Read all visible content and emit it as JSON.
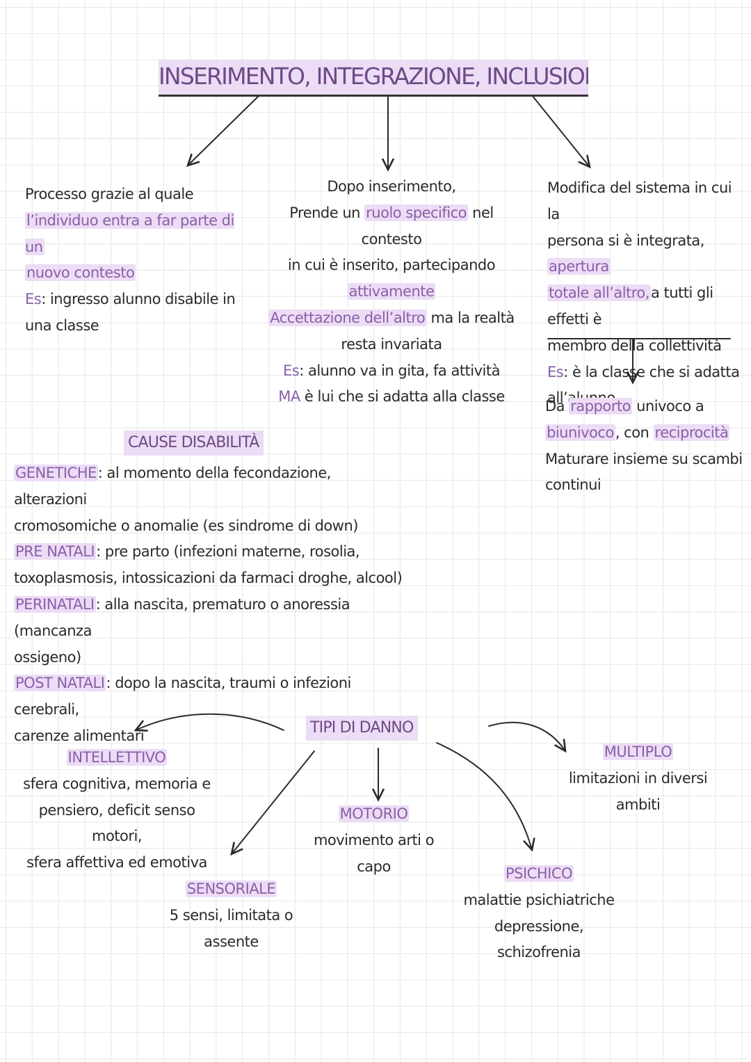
{
  "title": "INSERIMENTO, INTEGRAZIONE, INCLUSIONE",
  "accent_color": "#8a5fa8",
  "highlight_color": "#ecdcf5",
  "inserimento": {
    "l1a": "Processo grazie al quale",
    "l2a": "l’individuo entra a far parte di un",
    "l3a": "nuovo contesto",
    "l4a": "Es",
    "l4b": ": ingresso alunno disabile in",
    "l5a": "una classe"
  },
  "integrazione": {
    "l1a": "Dopo inserimento,",
    "l2a": "Prende un ",
    "l2b": "ruolo specifico",
    "l2c": " nel contesto",
    "l3a": "in cui è inserito, partecipando",
    "l4a": "attivamente",
    "l5a": "Accettazione dell’altro",
    "l5b": " ma la realtà",
    "l6a": "resta invariata",
    "l7a": "Es",
    "l7b": ": alunno va in gita, fa attività",
    "l8a": "MA",
    "l8b": " è lui che si adatta alla classe"
  },
  "inclusione": {
    "l1a": "Modifica del sistema in cui la",
    "l2a": "persona si è integrata, ",
    "l2b": "apertura",
    "l3a": "totale all’altro,",
    "l3b": "a tutti gli effetti è",
    "l4a": "membro della collettività",
    "l5a": "Es",
    "l5b": ": è la classe che si adatta",
    "l6a": "all’alunno",
    "r1a": "Da ",
    "r1b": "rapporto",
    "r1c": " univoco a",
    "r2a": "biunivoco",
    "r2b": ", con ",
    "r2c": "reciprocità",
    "r3a": "Maturare insieme su scambi",
    "r4a": "continui"
  },
  "cause": {
    "title": "CAUSE DISABILITÀ",
    "gen_label": "GENETICHE",
    "gen_1": ": al momento della fecondazione, alterazioni",
    "gen_2": "cromosomiche o anomalie (es sindrome di down)",
    "pre_label": "PRE NATALI",
    "pre_1": ": pre parto (infezioni materne, rosolia,",
    "pre_2": "toxoplasmosis, intossicazioni da farmaci droghe, alcool)",
    "peri_label": "PERINATALI",
    "peri_1": ": alla nascita, prematuro o anoressia (mancanza",
    "peri_2": "ossigeno)",
    "post_label": "POST NATALI",
    "post_1": ": dopo la nascita, traumi o infezioni cerebrali,",
    "post_2": "carenze alimentari"
  },
  "danno": {
    "title": "TIPI DI DANNO",
    "intellettivo": {
      "title": "INTELLETTIVO",
      "l1": "sfera cognitiva, memoria e",
      "l2": "pensiero, deficit senso motori,",
      "l3": "sfera affettiva ed emotiva"
    },
    "multiplo": {
      "title": "MULTIPLO",
      "l1": "limitazioni in diversi ambiti"
    },
    "motorio": {
      "title": "MOTORIO",
      "l1": "movimento arti o capo"
    },
    "sensoriale": {
      "title": "SENSORIALE",
      "l1": "5 sensi, limitata o assente"
    },
    "psichico": {
      "title": "PSICHICO",
      "l1": "malattie psichiatriche",
      "l2": "depressione, schizofrenia"
    }
  }
}
